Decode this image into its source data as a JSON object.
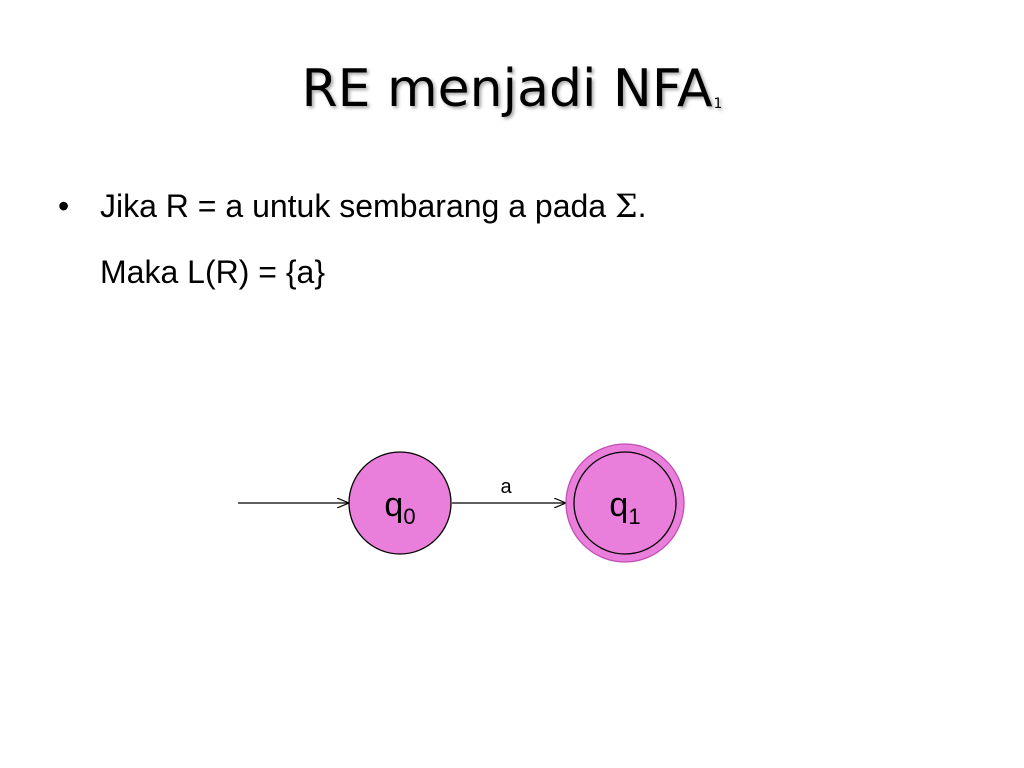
{
  "slide": {
    "title": "RE menjadi NFA",
    "title_subscript": "1",
    "bullets": [
      {
        "text_before": "Jika R = a untuk sembarang a pada ",
        "symbol": "Σ",
        "text_after": "."
      }
    ],
    "continuation": "Maka L(R) = {a}"
  },
  "nfa": {
    "states": [
      {
        "id": "q0",
        "base": "q",
        "subscript": "0",
        "accepting": false,
        "initial": true
      },
      {
        "id": "q1",
        "base": "q",
        "subscript": "1",
        "accepting": true,
        "initial": false
      }
    ],
    "transitions": [
      {
        "from": "q0",
        "to": "q1",
        "label": "a"
      }
    ],
    "colors": {
      "state_fill": "#ea7fdb",
      "state_stroke": "#000000",
      "outer_ring": "#c24fb3"
    }
  }
}
